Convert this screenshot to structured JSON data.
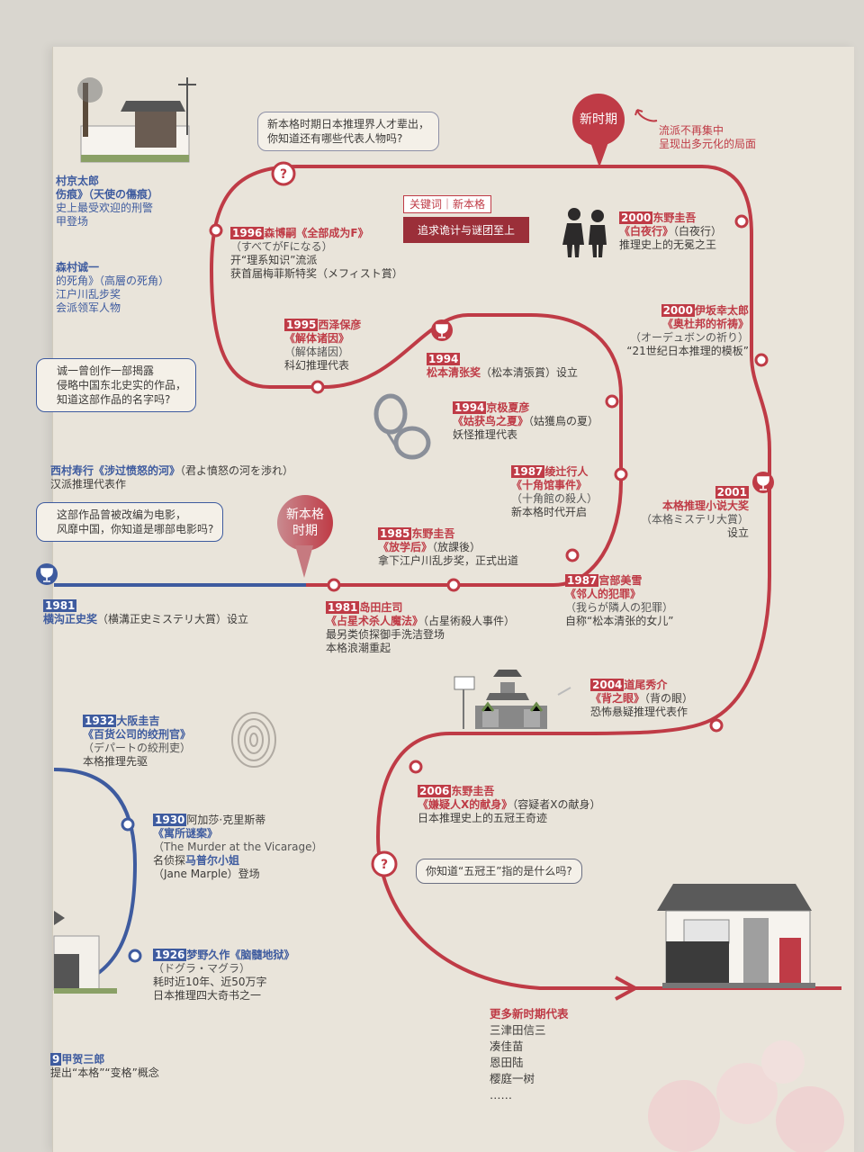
{
  "colors": {
    "red": "#bf3b46",
    "blue": "#3e5b9f",
    "paper": "#e9e4da"
  },
  "eras": {
    "new_era": "新时期",
    "shin_honkaku": "新本格\n时期"
  },
  "top_note": {
    "line1": "流派不再集中",
    "line2": "呈现出多元化的局面"
  },
  "keyword": {
    "label": "关键词｜新本格",
    "text": "追求诡计与谜团至上"
  },
  "questions": {
    "q1": "新本格时期日本推理界人才辈出，\n你知道还有哪些代表人物吗?",
    "q2": "你知道“五冠王”指的是什么吗?",
    "q3_partial": "诚一曾创作一部揭露\n侵略中国东北史实的作品，\n知道这部作品的名字吗?",
    "q4_partial": "这部作品曾被改编为电影，\n风靡中国，你知道是哪部电影吗?"
  },
  "left_edge": {
    "a1": "村京太郎",
    "a2": "伤痕》（天使の傷痕）",
    "a3": "史上最受欢迎的刑警",
    "a4": "甲登场",
    "b1": "森村诚一",
    "b2": "的死角》（高層の死角）",
    "b3": "江户川乱步奖",
    "b4": "会派领军人物"
  },
  "entries": {
    "e1996": {
      "year": "1996",
      "name": "森博嗣",
      "title": "《全部成为F》",
      "orig": "（すべてがFになる）",
      "l1": "开“理系知识”流派",
      "l2": "获首届梅菲斯特奖（メフィスト賞）"
    },
    "e1995": {
      "year": "1995",
      "name": "西泽保彦",
      "title": "《解体诸因》",
      "orig": "（解体諸因）",
      "l1": "科幻推理代表"
    },
    "e1994a": {
      "year": "1994",
      "title": "松本清张奖",
      "orig": "（松本清張賞）设立"
    },
    "e1994b": {
      "year": "1994",
      "name": "京极夏彦",
      "title": "《姑获鸟之夏》",
      "orig": "（姑獲鳥の夏）",
      "l1": "妖怪推理代表"
    },
    "e1987a": {
      "year": "1987",
      "name": "绫辻行人",
      "title": "《十角馆事件》",
      "orig": "（十角館の殺人）",
      "l1": "新本格时代开启"
    },
    "e1985": {
      "year": "1985",
      "name": "东野圭吾",
      "title": "《放学后》",
      "orig": "（放課後）",
      "l1": "拿下江户川乱步奖，正式出道"
    },
    "e1987b": {
      "year": "1987",
      "name": "宫部美雪",
      "title": "《邻人的犯罪》",
      "orig": "（我らが隣人の犯罪）",
      "l1": "自称“松本清张的女儿”"
    },
    "e1981a": {
      "year": "1981",
      "title": "横沟正史奖",
      "orig": "（横溝正史ミステリ大賞）设立"
    },
    "e1981b": {
      "year": "1981",
      "name": "岛田庄司",
      "title": "《占星术杀人魔法》",
      "orig": "（占星術殺人事件）",
      "l1": "最另类侦探御手洗洁登场",
      "l2": "本格浪潮重起"
    },
    "enishi": {
      "name": "西村寿行",
      "title": "《涉过愤怒的河》",
      "orig": "（君よ憤怒の河を渉れ）",
      "l1": "汉派推理代表作"
    },
    "e2000a": {
      "year": "2000",
      "name": "东野圭吾",
      "title": "《白夜行》",
      "orig": "（白夜行）",
      "l1": "推理史上的无冕之王"
    },
    "e2000b": {
      "year": "2000",
      "name": "伊坂幸太郎",
      "title": "《奥杜邦的祈祷》",
      "orig": "（オーデュボンの祈り）",
      "l1": "“21世纪日本推理的模板”"
    },
    "e2001": {
      "year": "2001",
      "title": "本格推理小说大奖",
      "orig": "（本格ミステリ大賞）",
      "l1": "设立"
    },
    "e2004": {
      "year": "2004",
      "name": "道尾秀介",
      "title": "《背之眼》",
      "orig": "（背の眼）",
      "l1": "恐怖悬疑推理代表作"
    },
    "e2006": {
      "year": "2006",
      "name": "东野圭吾",
      "title": "《嫌疑人X的献身》",
      "orig": "（容疑者Xの献身）",
      "l1": "日本推理史上的五冠王奇迹"
    },
    "e1932": {
      "year": "1932",
      "name": "大阪圭吉",
      "title": "《百货公司的绞刑官》",
      "orig": "（デパートの絞刑吏）",
      "l1": "本格推理先驱"
    },
    "e1930": {
      "year": "1930",
      "name": "阿加莎·克里斯蒂",
      "title": "《寓所谜案》",
      "orig": "（The Murder at the Vicarage）",
      "l1a": "名侦探",
      "l1b": "马普尔小姐",
      "l2": "（Jane Marple）登场"
    },
    "e1926": {
      "year": "1926",
      "name": "梦野久作",
      "title": "《脑髓地狱》",
      "orig": "（ドグラ・マグラ）",
      "l1": "耗时近10年、近50万字",
      "l2": "日本推理四大奇书之一"
    },
    "ekoga": {
      "year_partial": "9",
      "name": "甲贺三郎",
      "l1": "提出“本格”“变格”概念"
    }
  },
  "more": {
    "heading": "更多新时期代表",
    "names": [
      "三津田信三",
      "凑佳苗",
      "恩田陆",
      "樱庭一树",
      "……"
    ]
  },
  "icons": [
    "question-icon",
    "trophy-icon",
    "handcuffs-icon",
    "fingerprint-icon",
    "children-silhouette-icon",
    "house-illustration",
    "shrine-illustration",
    "arrow-icon"
  ]
}
